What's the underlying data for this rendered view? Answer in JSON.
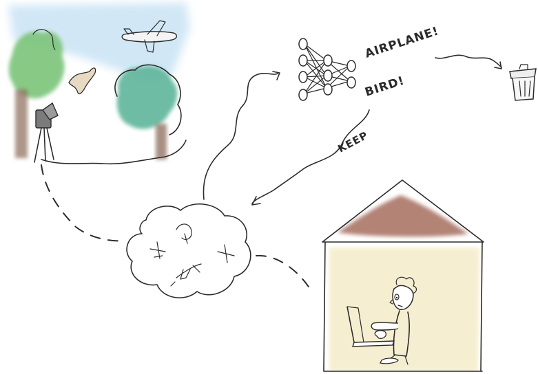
{
  "labels": {
    "airplane": "AIRPLANE!",
    "bird": "BIRD!",
    "keep": "KEEP"
  },
  "icons": [
    "camera-icon",
    "airplane-icon",
    "bird-icon",
    "tree-icon",
    "neural-network-icon",
    "trash-can-icon",
    "house-icon",
    "person-icon",
    "laptop-icon",
    "cloud-icon"
  ],
  "colors": {
    "sky": "#cfe6f5",
    "tree_light": "#7cc47a",
    "tree_teal": "#5fb59a",
    "trunk": "#8b6b5a",
    "roof": "#9a5a48",
    "wall": "#f6eecf",
    "ink": "#2b2b2b"
  }
}
